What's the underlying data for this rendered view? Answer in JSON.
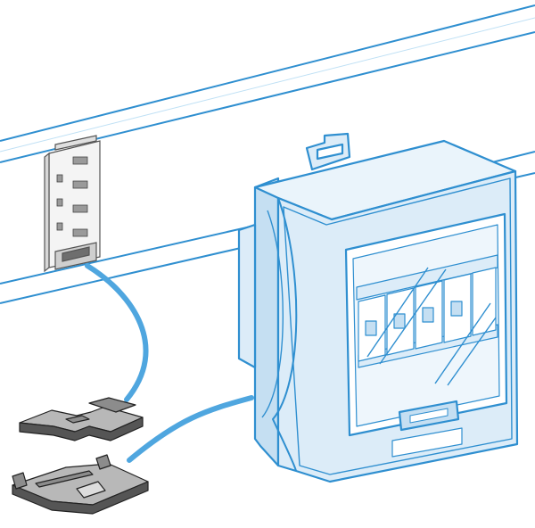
{
  "figure": {
    "kind": "technical-line-illustration",
    "colors": {
      "outline_blue": "#2f8fd0",
      "fill_blue_light": "#dcecf8",
      "fill_blue_mid": "#c5dff2",
      "glass_tint": "#eef6fc",
      "callout_blue": "#4fa6df",
      "part_gray_light": "#b8b8b8",
      "part_gray_mid": "#8c8c8c",
      "part_gray_dark": "#555555",
      "part_outline": "#222222"
    }
  },
  "callouts": [
    {
      "from": "rail-connector",
      "to": "upper-clip"
    },
    {
      "from": "enclosure-side",
      "to": "lower-clip"
    }
  ]
}
